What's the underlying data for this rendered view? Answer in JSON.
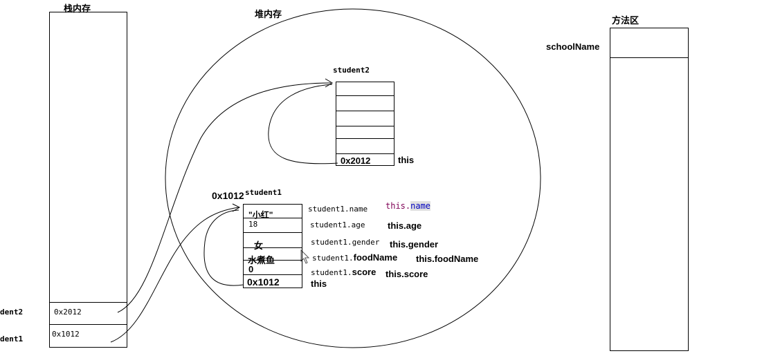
{
  "stack": {
    "title": "栈内存",
    "cells": [
      {
        "label": "dent2",
        "value": "0x2012"
      },
      {
        "label": "dent1",
        "value": "0x1012"
      }
    ]
  },
  "heap": {
    "title": "堆内存",
    "student2": {
      "name": "student2",
      "address_value": "0x2012",
      "this_label": "this"
    },
    "student1": {
      "name": "student1",
      "address": "0x1012",
      "fields": [
        {
          "value": "\"小红\"",
          "ref": "student1.name",
          "this_prefix": "this.",
          "this_field": "name"
        },
        {
          "value": "18",
          "ref": "student1.age",
          "this": "this.age"
        },
        {
          "value": "女",
          "ref": "student1.gender",
          "this": "this.gender"
        },
        {
          "value": "水煮鱼",
          "ref_prefix": "student1.",
          "ref_field": "foodName",
          "this": "this.foodName"
        },
        {
          "value": "0",
          "ref_prefix": "student1.",
          "ref_field": "score",
          "this": "this.score"
        },
        {
          "value": "0x1012",
          "this": "this"
        }
      ]
    }
  },
  "method_area": {
    "title": "方法区",
    "field": "schoolName"
  }
}
